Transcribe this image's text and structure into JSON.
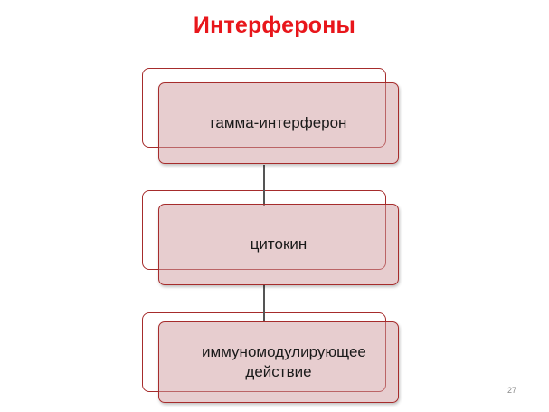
{
  "title": "Интерфероны",
  "nodes": [
    {
      "label": "гамма-интерферон"
    },
    {
      "label": "цитокин"
    },
    {
      "label": "иммуномодулирующее действие"
    }
  ],
  "slide_number": "27",
  "colors": {
    "title": "#e8161b",
    "border": "#a62c2c",
    "node_fill": "#e4c9cb",
    "connector": "#555555"
  }
}
